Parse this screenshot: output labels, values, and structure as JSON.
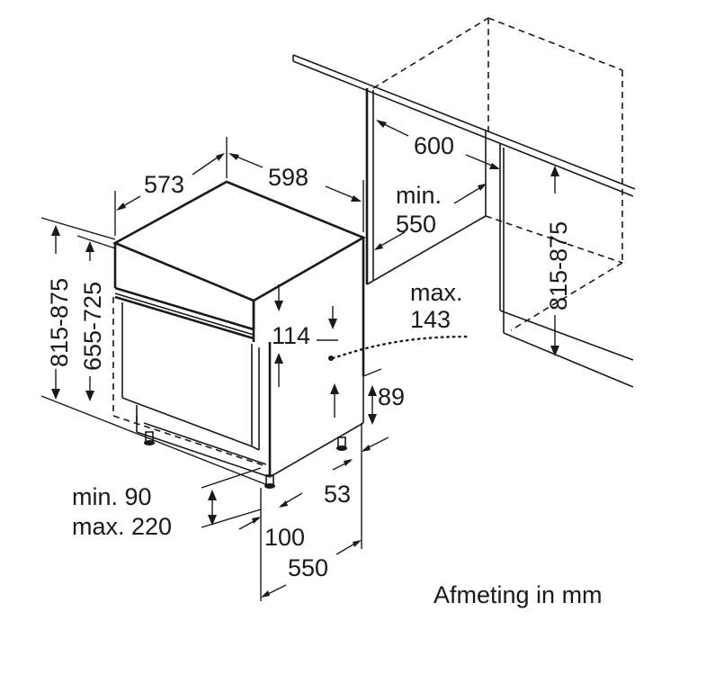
{
  "dimensions": {
    "width_598": "598",
    "depth_573": "573",
    "niche_width_600": "600",
    "niche_depth_min_label": "min.",
    "niche_depth_min_value": "550",
    "niche_height": "815-875",
    "appliance_height": "815-875",
    "appliance_height_inner": "655-725",
    "max_label": "max.",
    "max_value": "143",
    "panel_114": "114",
    "plinth_89": "89",
    "foot_53": "53",
    "foot_100": "100",
    "base_depth_550": "550",
    "plinth_min": "min. 90",
    "plinth_max": "max. 220"
  },
  "caption": "Afmeting in mm",
  "colors": {
    "ink": "#1a1a1a",
    "background": "#ffffff"
  }
}
